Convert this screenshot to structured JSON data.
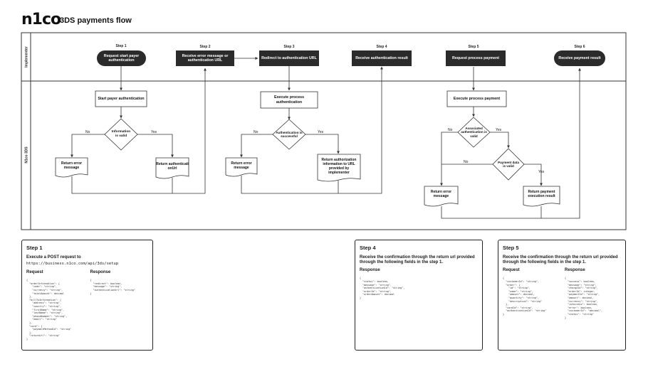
{
  "header": {
    "logo": "n1co",
    "title": "3DS payments flow"
  },
  "lanes": {
    "top": "Implementer",
    "bottom": "N1co 3DS"
  },
  "steps": {
    "s1": "Step 1",
    "s2": "Step 2",
    "s3": "Step 3",
    "s4": "Step 4",
    "s5": "Step 5",
    "s6": "Step 6"
  },
  "nodes": {
    "request_start": "Request start payer authentication",
    "receive_error_url": "Receive error message or authentication URL",
    "redirect_auth": "Redirect to authentication URL",
    "receive_auth_result": "Receive authentication result",
    "request_process": "Request process payment",
    "receive_payment_result": "Receive payment result",
    "start_payer_auth": "Start payer authentication",
    "information_valid": "Information is valid",
    "return_error_1": "Return error message",
    "return_auth_url": "Return authenticationUrl",
    "execute_process_auth": "Execute process authentication",
    "auth_successful": "Authentication is successful",
    "return_error_2": "Return error message",
    "return_auth_info": "Return authorization information to URL provided by implementer",
    "execute_process_payment": "Execute process payment",
    "associated_auth_valid": "Associated authentication is valid",
    "payment_data_valid": "Payment data is valid",
    "return_error_3": "Return error message",
    "return_payment_result": "Return payment execution result"
  },
  "labels": {
    "no": "No",
    "yes": "Yes"
  },
  "cards": {
    "step1": {
      "title": "Step 1",
      "desc": "Execute a POST request to",
      "url": "https://business.n1co.com/api/3ds/setup",
      "request_label": "Request",
      "response_label": "Response",
      "request_code": "{\n  \"orderInformation\": {\n    \"code\": \"string\",\n    \"currency\": \"string\",\n    \"totalAmount\": decimal\n  },\n  \"billToInformation\": {\n    \"address\": \"string\",\n    \"country\": \"string\",\n    \"firstName\": \"string\",\n    \"lastName\": \"string\",\n    \"phoneNumber\": \"string\",\n    \"email\": \"string\"\n  },\n  \"card\": {\n    \"paymentMethodId\": \"string\"\n  },\n  \"returnUrl\": \"string\"\n}",
      "response_code": "{\n  \"redirect\": boolean,\n  \"message\": \"string\",\n  \"authenticationUrl\": \"string\"\n}"
    },
    "step4": {
      "title": "Step 4",
      "desc": "Receive the confirmation through the return url provided through the following fields in the step 1.",
      "response_label": "Response",
      "response_code": "{\n  \"status\": boolean,\n  \"message\": \"string\",\n  \"authenticationId\": \"string\",\n  \"orderId\": \"string\",\n  \"orderAmount\": decimal\n}"
    },
    "step5": {
      "title": "Step 5",
      "desc": "Receive the confirmation through the return url provided through the following fields in the step 1.",
      "request_label": "Request",
      "response_label": "Response",
      "request_code": "{\n  \"customerId\": \"string\",\n  \"order\": {\n    \"id\": \"string\",\n    \"name\": \"string\",\n    \"amount\": decimal,\n    \"quantity\": \"string\",\n    \"description\": \"string\"\n  },\n  \"cardId\": \"string\",\n  \"authenticationId\": \"string\"\n}",
      "response_code": "{\n  \"success\": boolean,\n  \"message\": \"string\",\n  \"chargeId\": \"string\",\n  \"orderId\": integer,\n  \"paymentId\": \"string\",\n  \"amount\": decimal,\n  \"currency\": \"string\",\n  \"isSuccess\": boolean,\n  \"error\": boolean,\n  \"customerId\": \"decimal\",\n  \"status\": \"string\"\n}"
    }
  },
  "colors": {
    "dark_node": "#2b2b2b",
    "line": "#333333"
  }
}
